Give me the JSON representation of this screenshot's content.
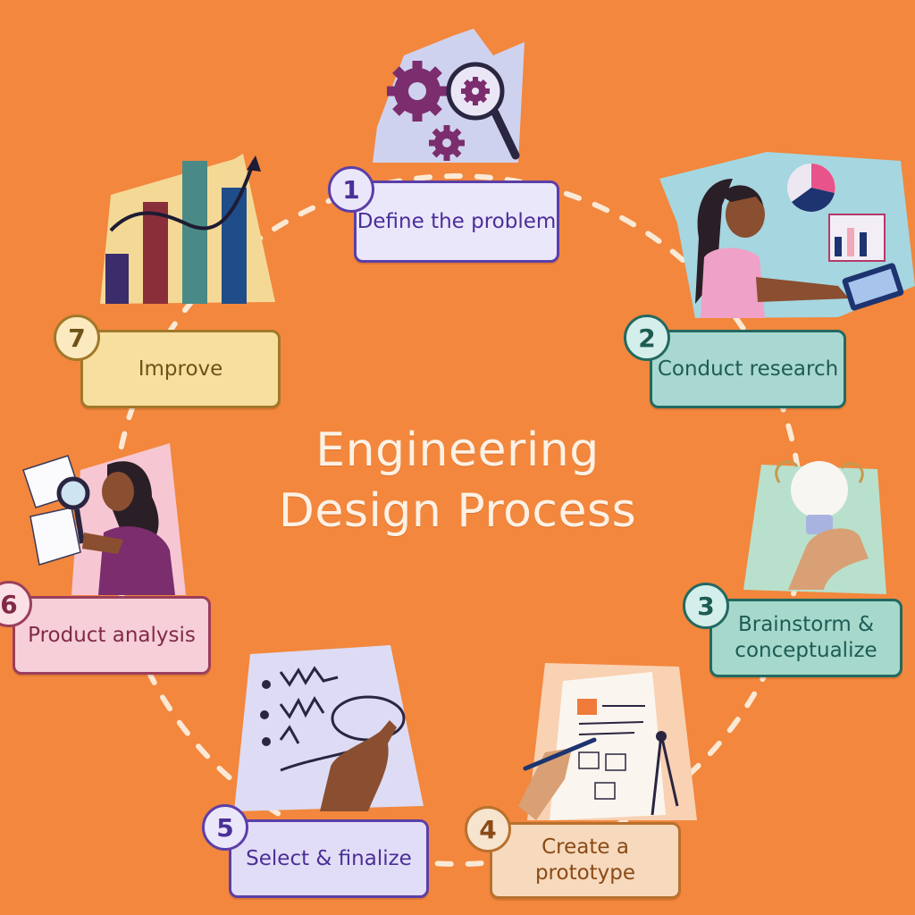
{
  "title": {
    "line1": "Engineering",
    "line2": "Design Process"
  },
  "steps": [
    {
      "number": "1",
      "label": "Define the problem",
      "icon": "gears-magnifier-icon"
    },
    {
      "number": "2",
      "label": "Conduct research",
      "icon": "researcher-charts-icon"
    },
    {
      "number": "3",
      "label": "Brainstorm & conceptualize",
      "icon": "lightbulb-hand-icon"
    },
    {
      "number": "4",
      "label": "Create a prototype",
      "icon": "sketch-compass-icon"
    },
    {
      "number": "5",
      "label": "Select & finalize",
      "icon": "pointing-hand-notes-icon"
    },
    {
      "number": "6",
      "label": "Product analysis",
      "icon": "magnifier-analyst-icon"
    },
    {
      "number": "7",
      "label": "Improve",
      "icon": "growth-chart-icon"
    }
  ],
  "colors": {
    "background": "#f2873d",
    "purple": "#5b3fa8",
    "teal": "#236960",
    "tan": "#b8712e",
    "pink": "#9c3e5c",
    "gold": "#a1782a"
  }
}
